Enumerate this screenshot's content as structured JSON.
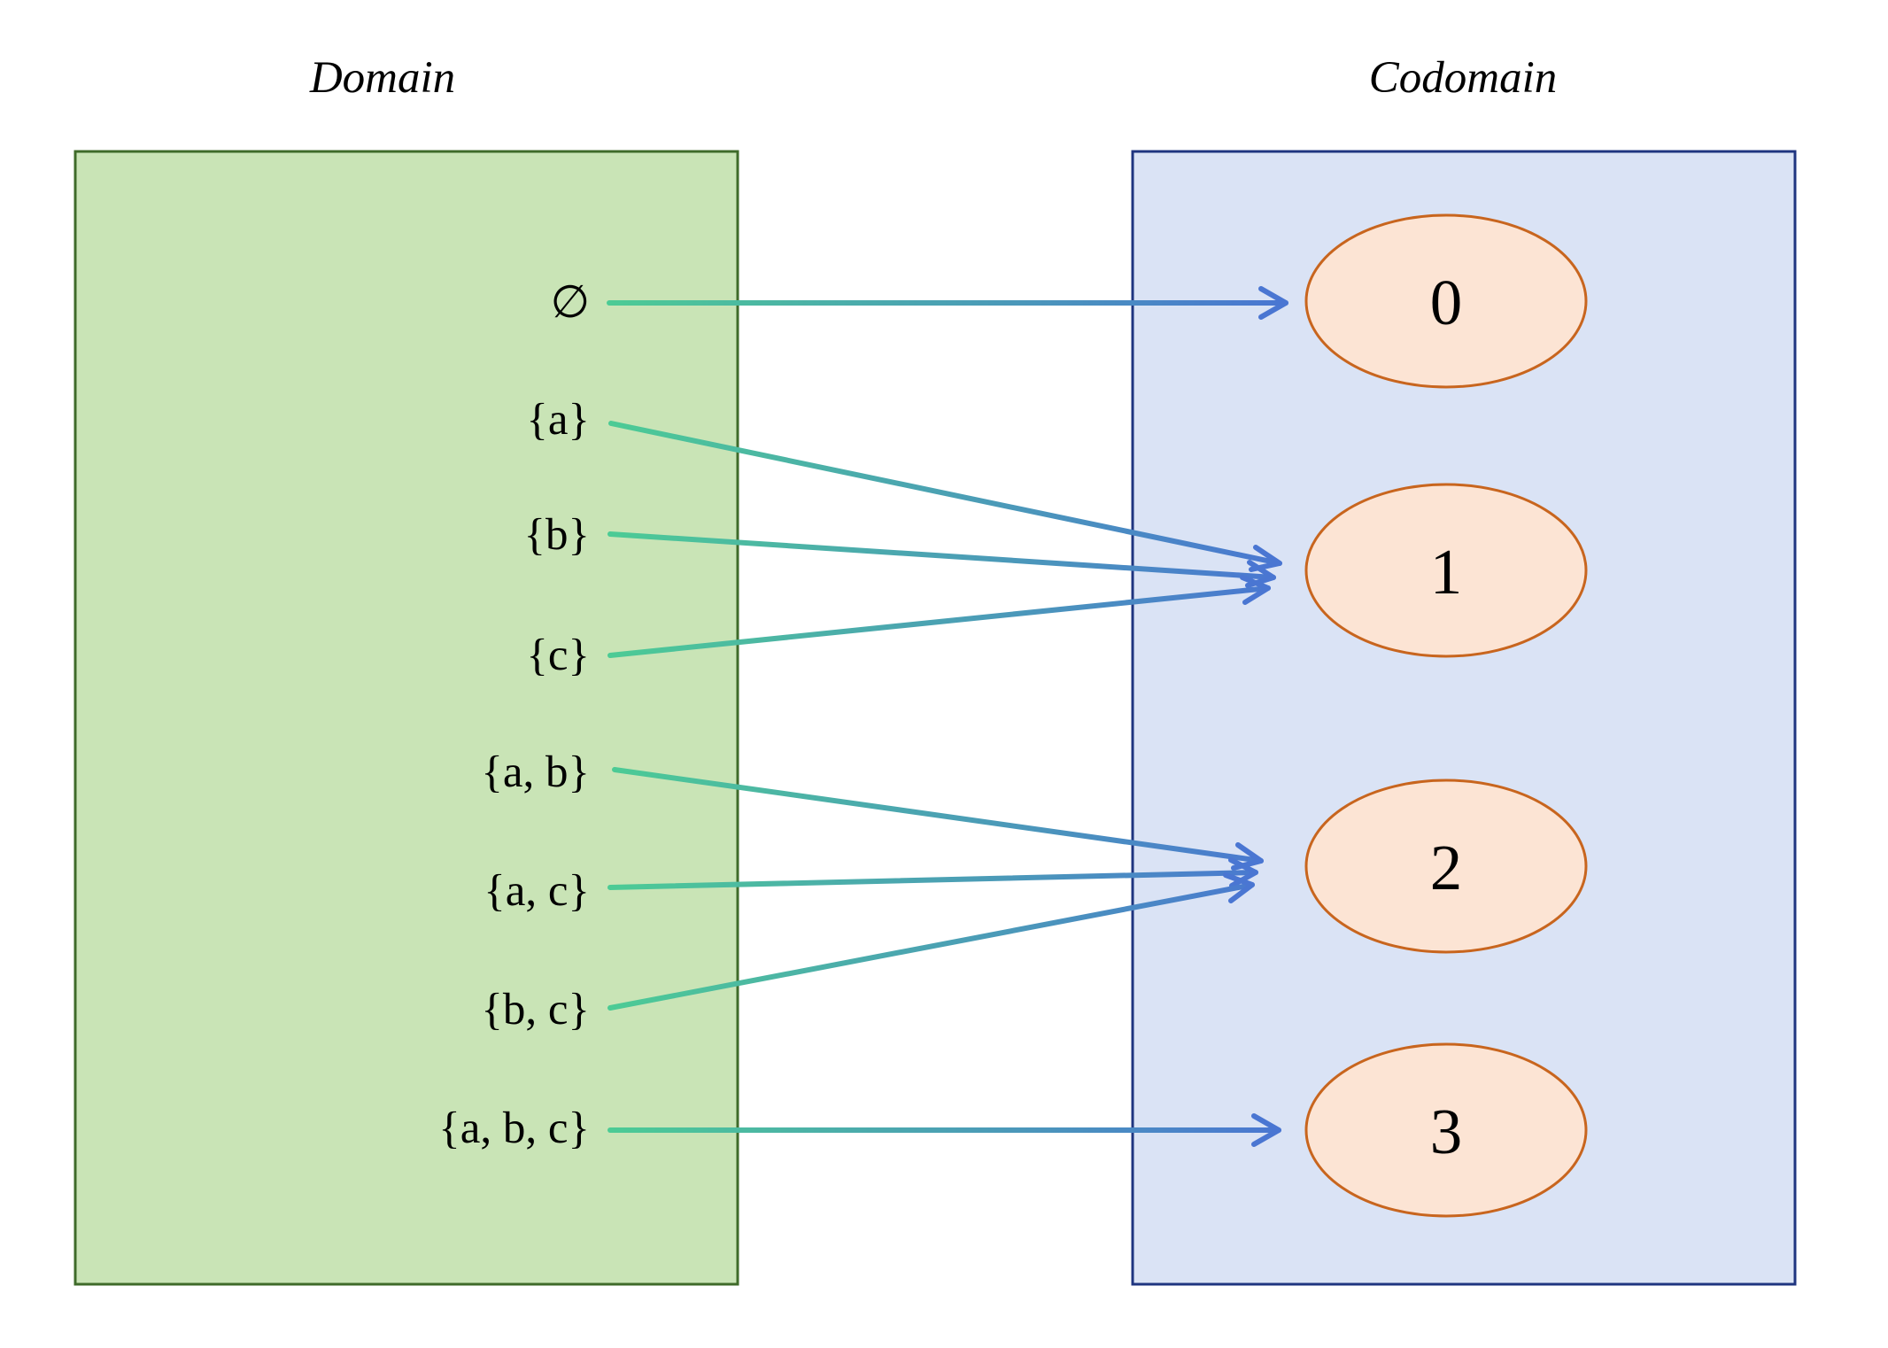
{
  "domain_panel": {
    "title": "Domain",
    "fill": "#c9e4b6",
    "stroke": "#3f6b2a",
    "elements": [
      {
        "label": "∅",
        "maps_to": "0"
      },
      {
        "label": "{a}",
        "maps_to": "1"
      },
      {
        "label": "{b}",
        "maps_to": "1"
      },
      {
        "label": "{c}",
        "maps_to": "1"
      },
      {
        "label": "{a, b}",
        "maps_to": "2"
      },
      {
        "label": "{a, c}",
        "maps_to": "2"
      },
      {
        "label": "{b, c}",
        "maps_to": "2"
      },
      {
        "label": "{a, b, c}",
        "maps_to": "3"
      }
    ]
  },
  "codomain_panel": {
    "title": "Codomain",
    "fill": "#dae3f5",
    "stroke": "#1f3580",
    "nodes": [
      {
        "label": "0"
      },
      {
        "label": "1"
      },
      {
        "label": "2"
      },
      {
        "label": "3"
      }
    ],
    "node_fill": "#fce4d4",
    "node_stroke": "#c8651e"
  },
  "arrow_colors": {
    "start": "#4ccc94",
    "end": "#4a76d2"
  }
}
